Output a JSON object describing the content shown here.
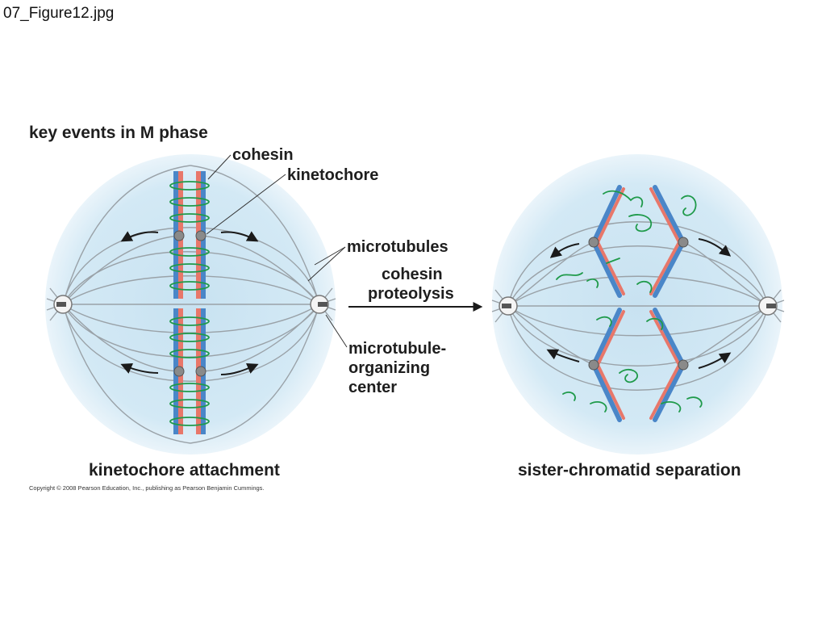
{
  "file_name": "07_Figure12.jpg",
  "figure": {
    "heading": "key events in M phase",
    "labels": {
      "cohesin": "cohesin",
      "kinetochore": "kinetochore",
      "microtubules": "microtubules",
      "process_line1": "cohesin",
      "process_line2": "proteolysis",
      "mtoc_line1": "microtubule-",
      "mtoc_line2": "organizing",
      "mtoc_line3": "center"
    },
    "left_caption": "kinetochore attachment",
    "right_caption": "sister-chromatid separation",
    "copyright": "Copyright © 2008 Pearson Education, Inc., publishing as Pearson Benjamin Cummings.",
    "colors": {
      "spindle_fill": "#cfe6f3",
      "chromatid_blue": "#4a86c8",
      "chromatid_red": "#e8776a",
      "cohesin_green": "#1f9a4a",
      "kinetochore_gray": "#8a8a8a",
      "microtubule_gray": "#8e969c"
    }
  }
}
